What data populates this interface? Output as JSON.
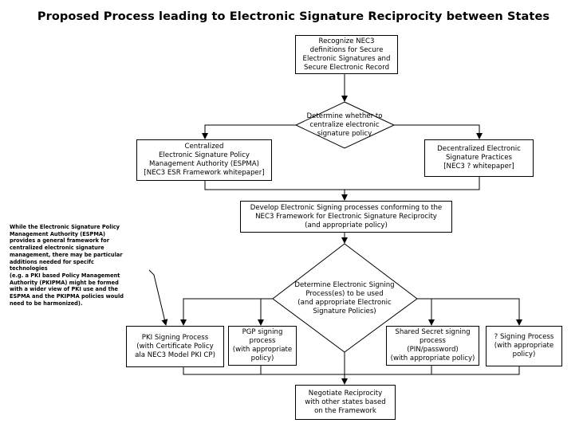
{
  "title": "Proposed Process leading to Electronic Signature Reciprocity between States",
  "nodes": {
    "recognize": "Recognize NEC3\ndefinitions for Secure\nElectronic Signatures and\nSecure Electronic Record",
    "determine_centralize": "Determine whether to\ncentralize electronic\nsignature policy",
    "centralized": "Centralized\nElectronic Signature Policy\nManagement Authority (ESPMA)\n[NEC3 ESR Framework whitepaper]",
    "decentralized": "Decentralized  Electronic\nSignature Practices\n[NEC3 ? whitepaper]",
    "develop": "Develop Electronic Signing processes conforming to the\nNEC3 Framework for Electronic Signature Reciprocity\n(and appropriate policy)",
    "determine_process": "Determine Electronic Signing\nProcess(es) to be used\n(and appropriate Electronic\nSignature Policies)",
    "pki": "PKI Signing Process\n(with Certificate Policy\nala NEC3 Model PKI CP)",
    "pgp": "PGP signing\nprocess\n(with appropriate\npolicy)",
    "shared": "Shared Secret signing\nprocess\n(PIN/password)\n(with appropriate policy)",
    "other": "? Signing Process\n(with appropriate\npolicy)",
    "negotiate": "Negotiate Reciprocity\nwith other states based\non the Framework"
  },
  "note": "While the Electronic Signature Policy\nManagement Authority (ESPMA)\nprovides a general framework for\ncentralized electronic signature\nmanagement, there may be particular\nadditions needed for specifc\ntechnologies\n(e.g. a PKI based Policy Management\nAuthority (PKIPMA) might be formed\nwith a wider view of PKI use and the\nESPMA and the PKIPMA policies would\nneed to be harmonized).",
  "colors": {
    "line": "#000000",
    "box_fill": "#ffffff"
  }
}
